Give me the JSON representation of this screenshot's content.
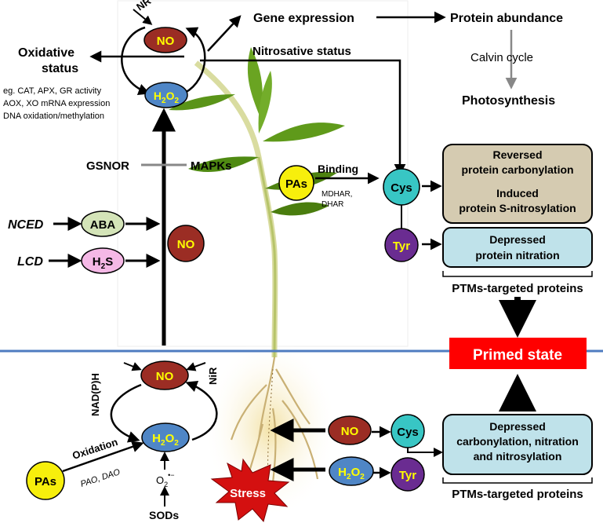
{
  "colors": {
    "no_fill": "#9b2d24",
    "h2o2_fill": "#4f86c6",
    "cys_fill": "#38c6c4",
    "tyr_fill": "#6a2c91",
    "pas_fill": "#f7ef0c",
    "aba_fill": "#d4e4b8",
    "h2s_fill": "#f5b8e6",
    "box_beige": "#d5cbb1",
    "box_blue": "#bfe2ea",
    "primed_red": "#ff0000",
    "stress_red": "#d41010",
    "ground_line": "#4f7cc0",
    "leaf_green": "#5c8f16"
  },
  "top": {
    "nr": "NR",
    "no": "NO",
    "h2o2_base": "H",
    "h2o2_sub1": "2",
    "h2o2_mid": "O",
    "h2o2_sub2": "2",
    "gene_expression": "Gene expression",
    "protein_abundance": "Protein abundance",
    "calvin_cycle": "Calvin cycle",
    "photosynthesis": "Photosynthesis",
    "nitrosative_status": "Nitrosative status",
    "oxidative_line1": "Oxidative",
    "oxidative_line2": "status",
    "oxidative_detail1": "eg. CAT, APX, GR activity",
    "oxidative_detail2": "AOX, XO mRNA expression",
    "oxidative_detail3": "DNA oxidation/methylation",
    "gsnor": "GSNOR",
    "mapks": "MAPKs"
  },
  "left": {
    "nced": "NCED",
    "aba": "ABA",
    "lcd": "LCD",
    "h2s_base": "H",
    "h2s_sub": "2",
    "h2s_end": "S",
    "no_mid": "NO"
  },
  "pas_binding": {
    "pas": "PAs",
    "binding": "Binding",
    "mdhar": "MDHAR,",
    "dhar": "DHAR",
    "cys": "Cys",
    "tyr": "Tyr"
  },
  "boxes": {
    "reversed_line1": "Reversed",
    "reversed_line2": "protein carbonylation",
    "induced_line1": "Induced",
    "induced_line2": "protein S-nitrosylation",
    "depressed_line1": "Depressed",
    "depressed_line2": "protein nitration",
    "ptms_top": "PTMs-targeted proteins",
    "primed_state": "Primed state",
    "bottom_line1": "Depressed",
    "bottom_line2": "carbonylation, nitration",
    "bottom_line3": "and nitrosylation",
    "ptms_bottom": "PTMs-targeted proteins"
  },
  "bottom": {
    "no": "NO",
    "nadph": "NAD(P)H",
    "nir": "NiR",
    "pas": "PAs",
    "oxidation": "Oxidation",
    "pao_dao": "PAO, DAO",
    "superoxide_base": "O",
    "superoxide_sub": "2",
    "superoxide_sup": "•−",
    "sods": "SODs",
    "stress": "Stress",
    "no_right": "NO",
    "cys": "Cys",
    "tyr": "Tyr"
  }
}
